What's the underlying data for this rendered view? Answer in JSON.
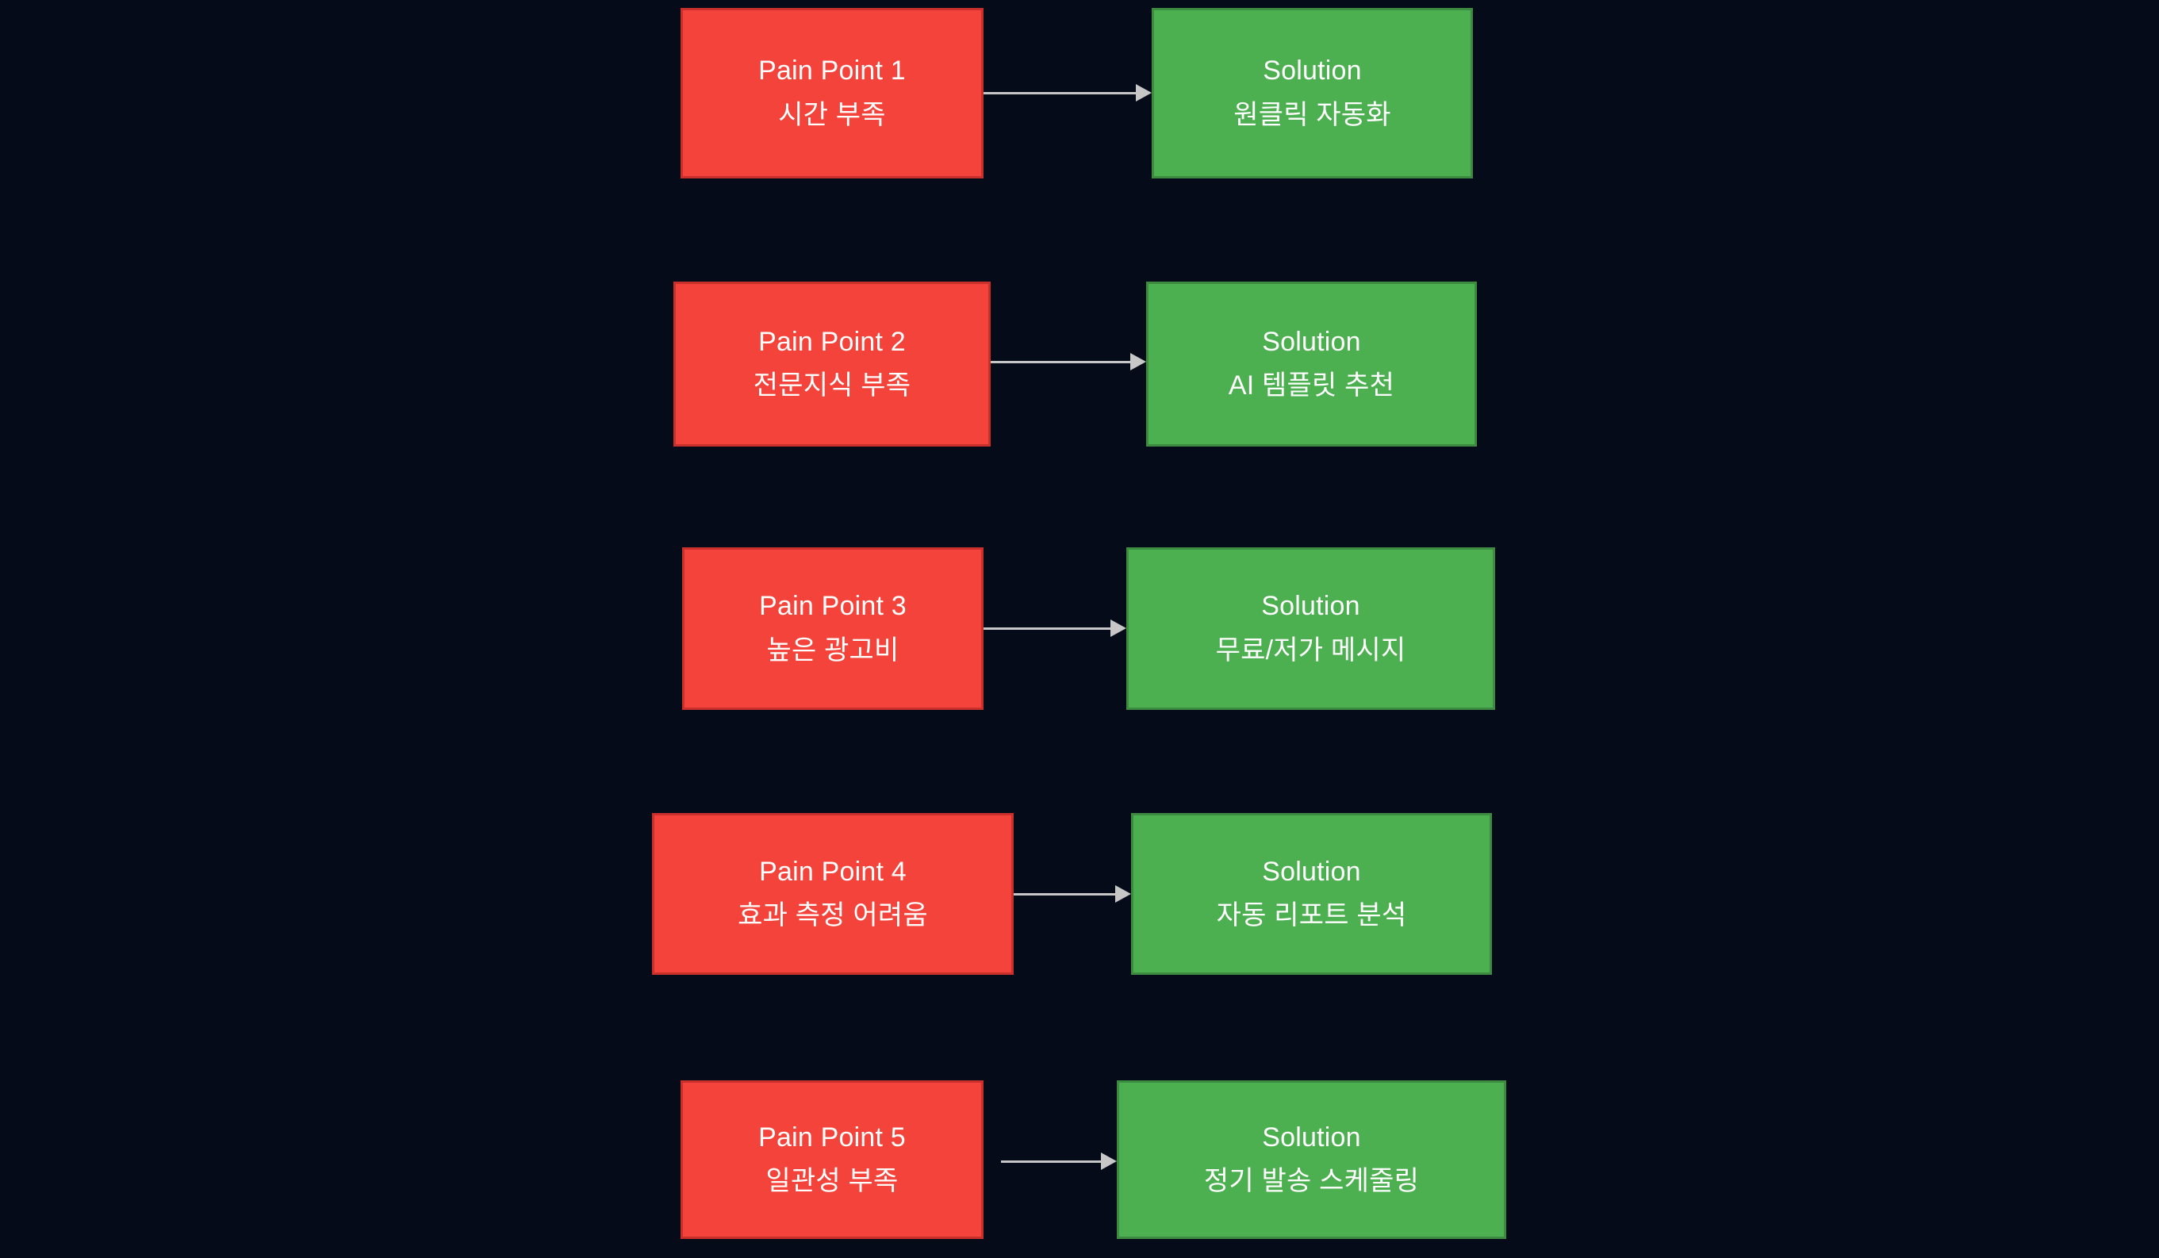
{
  "diagram": {
    "type": "flowchart",
    "direction": "left-to-right",
    "background_color": "#050b18",
    "pain_color": "#f4433a",
    "pain_border_color": "#c9302c",
    "solution_color": "#4caf50",
    "solution_border_color": "#3d8b40",
    "arrow_color": "#c7c7c7",
    "text_color": "#ffffff",
    "rows": [
      {
        "id": "row-1",
        "pain": {
          "title": "Pain Point 1",
          "detail": "시간 부족"
        },
        "solution": {
          "title": "Solution",
          "detail": "원클릭 자동화"
        },
        "arrow_label": ""
      },
      {
        "id": "row-2",
        "pain": {
          "title": "Pain Point 2",
          "detail": "전문지식 부족"
        },
        "solution": {
          "title": "Solution",
          "detail": "AI 템플릿 추천"
        },
        "arrow_label": ""
      },
      {
        "id": "row-3",
        "pain": {
          "title": "Pain Point 3",
          "detail": "높은 광고비"
        },
        "solution": {
          "title": "Solution",
          "detail": "무료/저가 메시지"
        },
        "arrow_label": ""
      },
      {
        "id": "row-4",
        "pain": {
          "title": "Pain Point 4",
          "detail": "효과 측정 어려움"
        },
        "solution": {
          "title": "Solution",
          "detail": "자동 리포트 분석"
        },
        "arrow_label": ""
      },
      {
        "id": "row-5",
        "pain": {
          "title": "Pain Point 5",
          "detail": "일관성 부족"
        },
        "solution": {
          "title": "Solution",
          "detail": "정기 발송 스케줄링"
        },
        "arrow_label": ""
      }
    ]
  }
}
